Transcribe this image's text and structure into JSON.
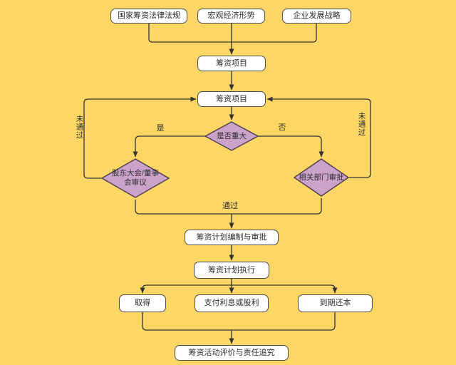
{
  "flowchart": {
    "title_hint": "financing-process-flowchart",
    "nodes": {
      "law": {
        "label": "国家筹资法律法规"
      },
      "macro": {
        "label": "宏观经济形势"
      },
      "strategy": {
        "label": "企业发展战略"
      },
      "project1": {
        "label": "筹资项目"
      },
      "project2": {
        "label": "筹资项目"
      },
      "is_major": {
        "label": "是否重大"
      },
      "board": {
        "label": "股东大会/董事会审议"
      },
      "dept": {
        "label": "相关部门审批"
      },
      "plan": {
        "label": "筹资计划编制与审批"
      },
      "execute": {
        "label": "筹资计划执行"
      },
      "obtain": {
        "label": "取得"
      },
      "pay": {
        "label": "支付利息或股利"
      },
      "repay": {
        "label": "到期还本"
      },
      "evaluate": {
        "label": "筹资活动评价与责任追究"
      }
    },
    "edge_labels": {
      "yes": "是",
      "no": "否",
      "pass": "通过",
      "fail_left": "未通过",
      "fail_right": "未通过"
    },
    "colors": {
      "background": "#FCD765",
      "node_fill": "#FFFFFF",
      "node_border": "#4C4C4C",
      "diamond_fill": "#CBA3CA",
      "diamond_border": "#4B3A4B",
      "line": "#333333",
      "text": "#2D2D2D"
    }
  }
}
